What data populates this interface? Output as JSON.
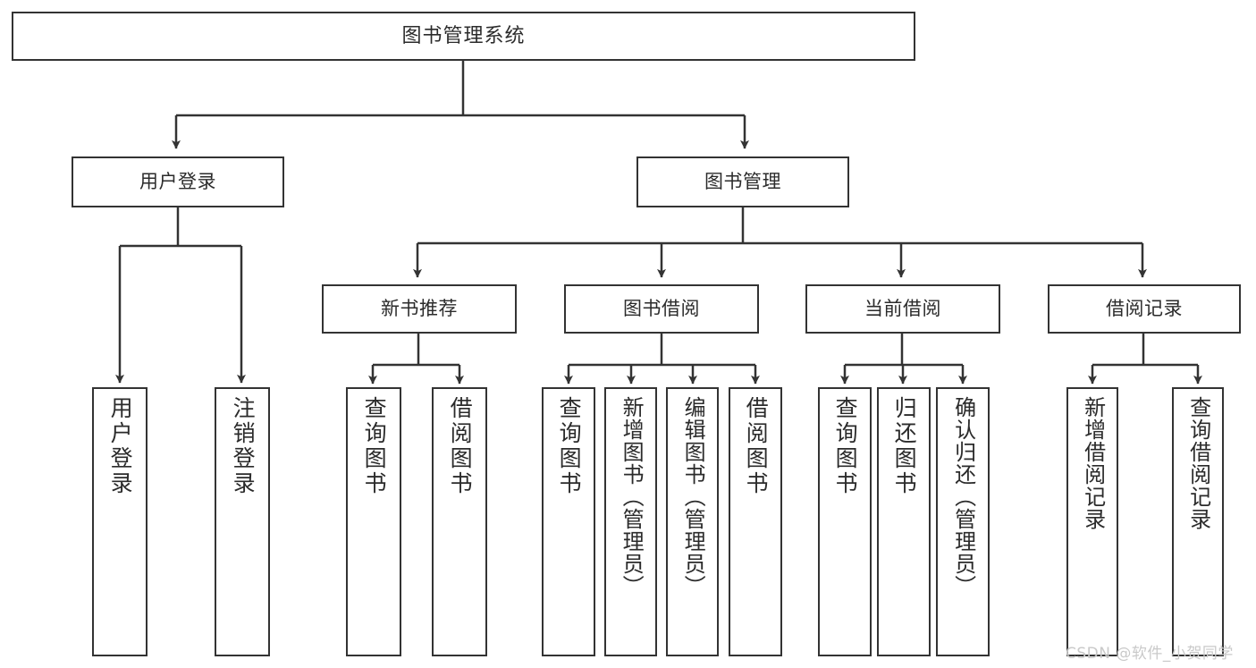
{
  "diagram": {
    "type": "tree-hierarchy",
    "title": "图书管理系统",
    "watermark": "CSDN @软件_小贺同学",
    "colors": {
      "stroke": "#333333",
      "text": "#2b2b2b",
      "background": "#ffffff",
      "watermark": "#c9c9c9"
    },
    "nodes": {
      "root": {
        "label": "图书管理系统"
      },
      "level1": [
        {
          "id": "user-login",
          "label": "用户登录"
        },
        {
          "id": "book-manage",
          "label": "图书管理"
        }
      ],
      "level2": [
        {
          "id": "new-book-rec",
          "label": "新书推荐"
        },
        {
          "id": "book-borrow",
          "label": "图书借阅"
        },
        {
          "id": "current-borrow",
          "label": "当前借阅"
        },
        {
          "id": "borrow-record",
          "label": "借阅记录"
        }
      ],
      "leaves": {
        "user_login": [
          {
            "id": "leaf-user-login",
            "label": "用户登录"
          },
          {
            "id": "leaf-logout",
            "label": "注销登录"
          }
        ],
        "new_book_rec": [
          {
            "id": "leaf-query-book-1",
            "label": "查询图书"
          },
          {
            "id": "leaf-borrow-book-1",
            "label": "借阅图书"
          }
        ],
        "book_borrow": [
          {
            "id": "leaf-query-book-2",
            "label": "查询图书"
          },
          {
            "id": "leaf-add-book",
            "label": "新增图书（管理员）"
          },
          {
            "id": "leaf-edit-book",
            "label": "编辑图书（管理员）"
          },
          {
            "id": "leaf-borrow-book-2",
            "label": "借阅图书"
          }
        ],
        "current_borrow": [
          {
            "id": "leaf-query-book-3",
            "label": "查询图书"
          },
          {
            "id": "leaf-return-book",
            "label": "归还图书"
          },
          {
            "id": "leaf-confirm-return",
            "label": "确认归还（管理员）"
          }
        ],
        "borrow_record": [
          {
            "id": "leaf-add-record",
            "label": "新增借阅记录"
          },
          {
            "id": "leaf-query-record",
            "label": "查询借阅记录"
          }
        ]
      }
    }
  }
}
